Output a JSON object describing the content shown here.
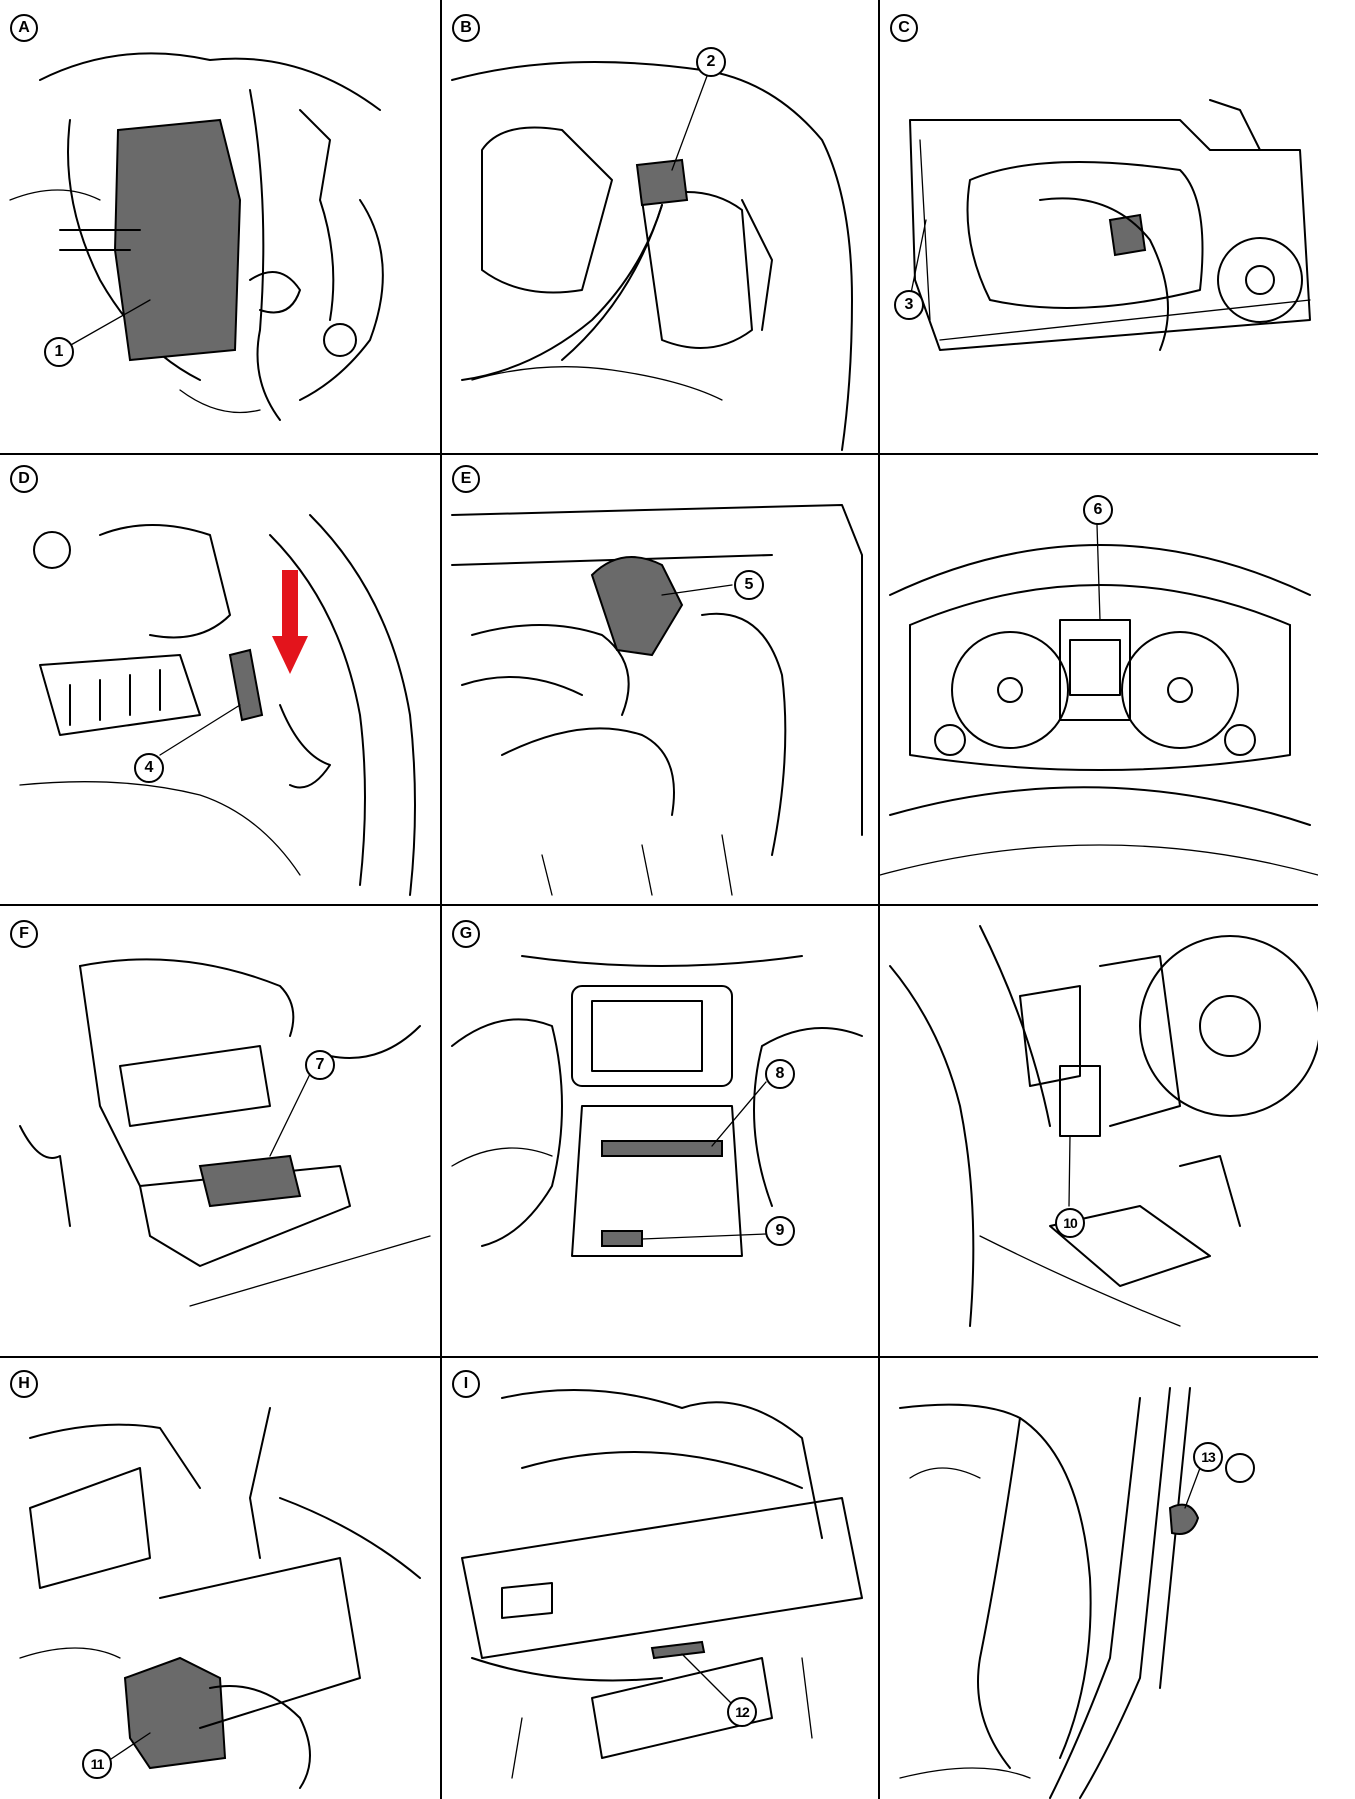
{
  "panels": [
    {
      "id": "A",
      "letter": "A",
      "callouts": [
        "1"
      ]
    },
    {
      "id": "B",
      "letter": "B",
      "callouts": [
        "2"
      ]
    },
    {
      "id": "C",
      "letter": "C",
      "callouts": [
        "3"
      ]
    },
    {
      "id": "D",
      "letter": "D",
      "callouts": [
        "4"
      ]
    },
    {
      "id": "E",
      "letter": "E",
      "callouts": [
        "5"
      ]
    },
    {
      "id": "E2",
      "letter": "",
      "callouts": [
        "6"
      ]
    },
    {
      "id": "F",
      "letter": "F",
      "callouts": [
        "7"
      ]
    },
    {
      "id": "G",
      "letter": "G",
      "callouts": [
        "8",
        "9"
      ]
    },
    {
      "id": "G2",
      "letter": "",
      "callouts": [
        "10"
      ]
    },
    {
      "id": "H",
      "letter": "H",
      "callouts": [
        "11"
      ]
    },
    {
      "id": "I",
      "letter": "I",
      "callouts": [
        "12"
      ]
    },
    {
      "id": "I2",
      "letter": "",
      "callouts": [
        "13"
      ]
    }
  ],
  "colors": {
    "line": "#000000",
    "hatch": "#6a6a6a",
    "arrow": "#e3141c",
    "background": "#ffffff"
  },
  "icons": {
    "arrow": "red-down-arrow"
  }
}
